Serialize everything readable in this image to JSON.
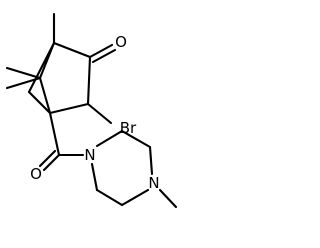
{
  "atoms": {
    "oxygen_ketone": "O",
    "bromine": "Br",
    "oxygen_amide": "O",
    "nitrogen_amide": "N",
    "nitrogen_methyl": "N"
  },
  "colors": {
    "bond": "#000000",
    "label": "#000000",
    "background": "#ffffff"
  }
}
